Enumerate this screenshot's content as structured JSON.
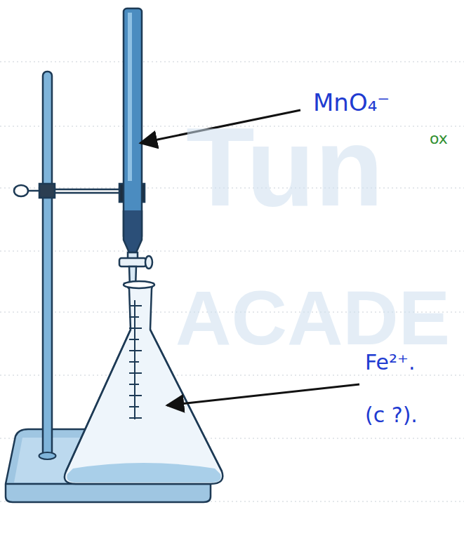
{
  "diagram": {
    "labels": [
      "MnO₄⁻",
      "ox",
      "Tun",
      "ACADE",
      "Fe²⁺.",
      "(c ?)."
    ]
  }
}
